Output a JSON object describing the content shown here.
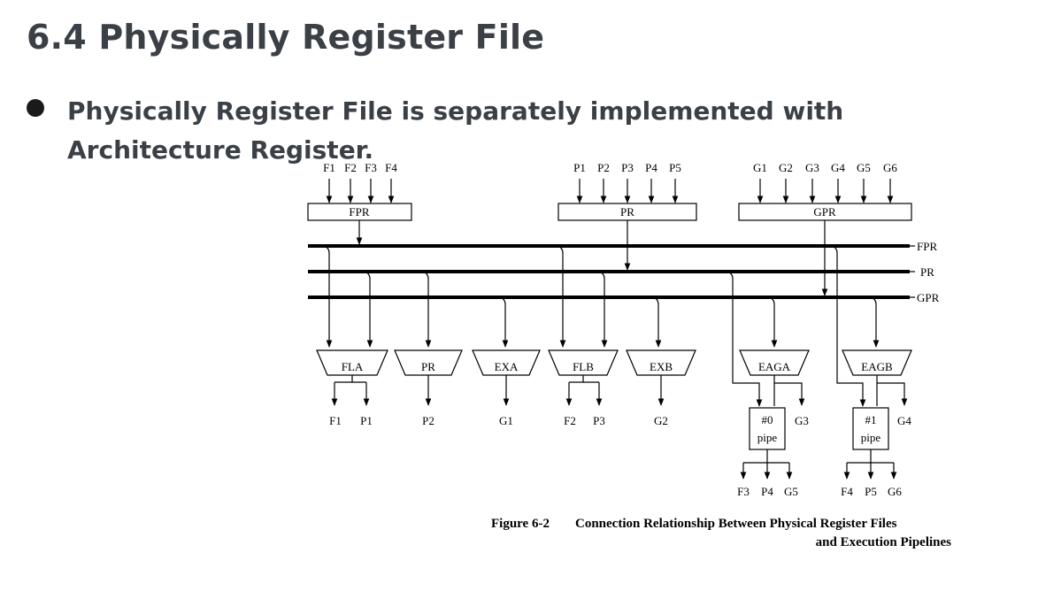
{
  "slide": {
    "title": "6.4 Physically Register File",
    "bullet": "Physically Register File is separately implemented with Architecture Register."
  },
  "diagram": {
    "register_files": [
      {
        "id": "fpr",
        "label": "FPR",
        "ports": [
          "F1",
          "F2",
          "F3",
          "F4"
        ]
      },
      {
        "id": "pr",
        "label": "PR",
        "ports": [
          "P1",
          "P2",
          "P3",
          "P4",
          "P5"
        ]
      },
      {
        "id": "gpr",
        "label": "GPR",
        "ports": [
          "G1",
          "G2",
          "G3",
          "G4",
          "G5",
          "G6"
        ]
      }
    ],
    "buses": [
      "FPR",
      "PR",
      "GPR"
    ],
    "units": [
      {
        "id": "fla",
        "label": "FLA",
        "outputs": [
          "F1",
          "P1"
        ]
      },
      {
        "id": "pr",
        "label": "PR",
        "outputs": [
          "P2"
        ]
      },
      {
        "id": "exa",
        "label": "EXA",
        "outputs": [
          "G1"
        ]
      },
      {
        "id": "flb",
        "label": "FLB",
        "outputs": [
          "F2",
          "P3"
        ]
      },
      {
        "id": "exb",
        "label": "EXB",
        "outputs": [
          "G2"
        ]
      },
      {
        "id": "eaga",
        "label": "EAGA",
        "side_output": "G3"
      },
      {
        "id": "eagb",
        "label": "EAGB",
        "side_output": "G4"
      }
    ],
    "pipes": [
      {
        "id": "pipe0",
        "line1": "#0",
        "line2": "pipe",
        "outputs": [
          "F3",
          "P4",
          "G5"
        ]
      },
      {
        "id": "pipe1",
        "line1": "#1",
        "line2": "pipe",
        "outputs": [
          "F4",
          "P5",
          "G6"
        ]
      }
    ]
  },
  "caption": {
    "label": "Figure 6-2",
    "line1": "Connection Relationship Between Physical Register Files",
    "line2": "and Execution Pipelines"
  }
}
